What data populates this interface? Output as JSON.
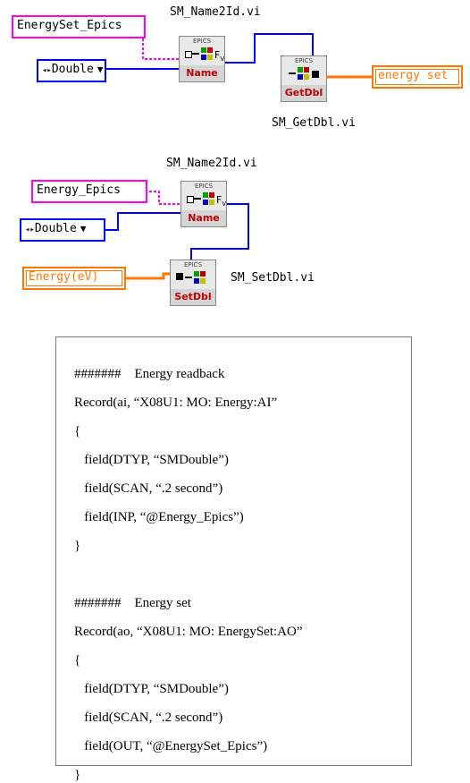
{
  "block1": {
    "string_const": "EnergySet_Epics",
    "enum_const": "Double",
    "subvi_name_label": "SM_Name2Id.vi",
    "subvi_name_tag": "Name",
    "subvi_get_tag": "GetDbl",
    "subvi_get_label": "SM_GetDbl.vi",
    "indicator": "energy set",
    "epics_text": "EPICS"
  },
  "block2": {
    "subvi_name_label": "SM_Name2Id.vi",
    "string_const": "Energy_Epics",
    "enum_const": "Double",
    "subvi_name_tag": "Name",
    "control": "Energy(eV)",
    "subvi_set_tag": "SetDbl",
    "subvi_set_label": "SM_SetDbl.vi",
    "epics_text": "EPICS"
  },
  "code": {
    "lines": [
      "#######    Energy readback",
      "Record(ai, “X08U1: MO: Energy:AI”",
      "{",
      "   field(DTYP, “SMDouble”)",
      "   field(SCAN, “.2 second”)",
      "   field(INP, “@Energy_Epics”)",
      "}",
      "",
      "#######    Energy set",
      "Record(ao, “X08U1: MO: EnergySet:AO”",
      "{",
      "   field(DTYP, “SMDouble”)",
      "   field(SCAN, “.2 second”)",
      "   field(OUT, “@EnergySet_Epics”)",
      "}"
    ]
  },
  "colors": {
    "string_wire": "#ff00ff",
    "double_wire": "#0000ff",
    "orange": "#ff7700",
    "tag_red": "#c00000"
  }
}
